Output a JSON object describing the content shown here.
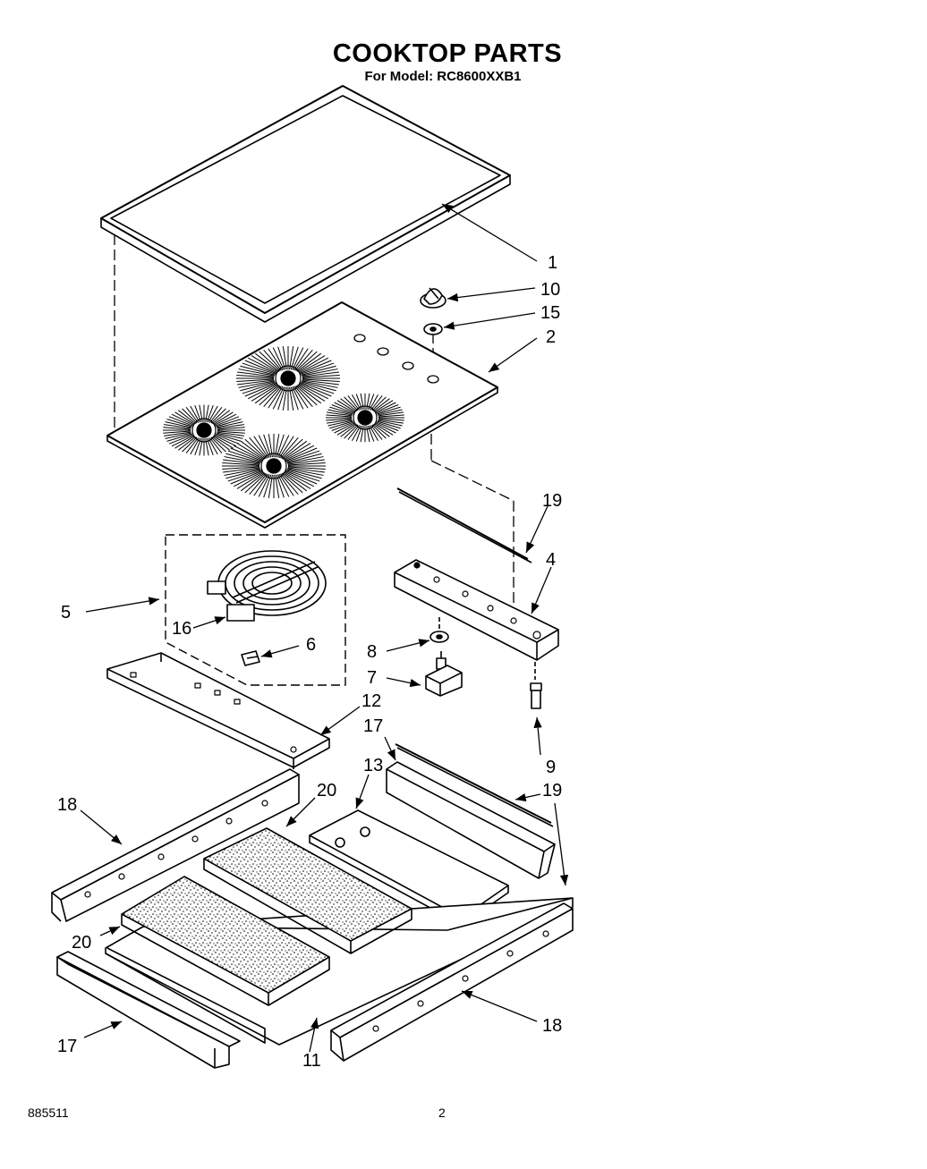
{
  "header": {
    "title": "COOKTOP PARTS",
    "subtitle": "For Model: RC8600XXB1"
  },
  "callouts": [
    {
      "id": "c1",
      "label": "1"
    },
    {
      "id": "c10",
      "label": "10"
    },
    {
      "id": "c15",
      "label": "15"
    },
    {
      "id": "c2",
      "label": "2"
    },
    {
      "id": "c19a",
      "label": "19"
    },
    {
      "id": "c4",
      "label": "4"
    },
    {
      "id": "c5",
      "label": "5"
    },
    {
      "id": "c16",
      "label": "16"
    },
    {
      "id": "c6",
      "label": "6"
    },
    {
      "id": "c8",
      "label": "8"
    },
    {
      "id": "c7",
      "label": "7"
    },
    {
      "id": "c12",
      "label": "12"
    },
    {
      "id": "c17a",
      "label": "17"
    },
    {
      "id": "c9",
      "label": "9"
    },
    {
      "id": "c13",
      "label": "13"
    },
    {
      "id": "c19b",
      "label": "19"
    },
    {
      "id": "c18a",
      "label": "18"
    },
    {
      "id": "c20a",
      "label": "20"
    },
    {
      "id": "c20b",
      "label": "20"
    },
    {
      "id": "c17b",
      "label": "17"
    },
    {
      "id": "c11",
      "label": "11"
    },
    {
      "id": "c18b",
      "label": "18"
    }
  ],
  "footer": {
    "doc_number": "885511",
    "page_number": "2"
  },
  "colors": {
    "ink": "#000000",
    "paper": "#ffffff"
  }
}
